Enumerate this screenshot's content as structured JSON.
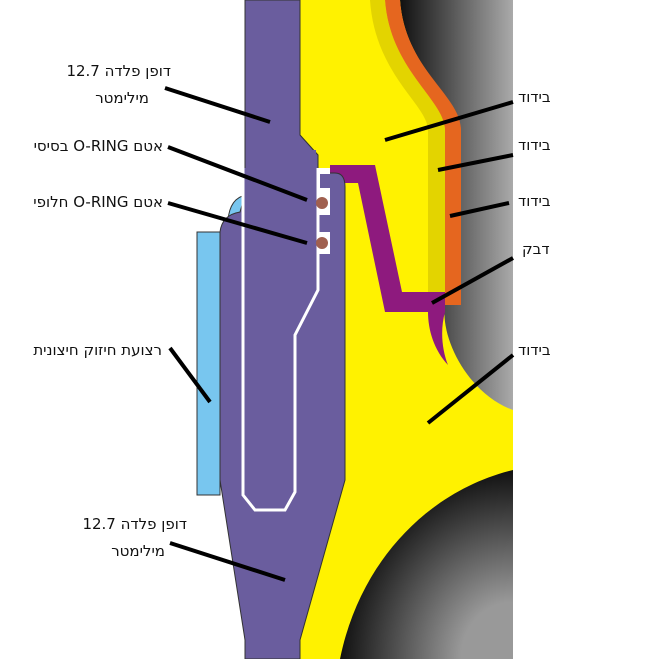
{
  "title": "Field joint cross-section",
  "labels_left": [
    {
      "line1": "דופן פלדה 12.7",
      "line2": "מילימטר"
    },
    {
      "line1": "אטם O-RING בסיסי"
    },
    {
      "line1": "אטם O-RING חלופי"
    },
    {
      "line1": "רצועת חיזוק חיצונית"
    },
    {
      "line1": "דופן פלדה 12.7",
      "line2": "מילימטר"
    }
  ],
  "labels_right": [
    {
      "line1": "בידוד"
    },
    {
      "line1": "בידוד"
    },
    {
      "line1": "בידוד"
    },
    {
      "line1": "דבק"
    },
    {
      "line1": "בידוד"
    }
  ],
  "colors": {
    "steel": "#6a5d9e",
    "insulation": "#fff200",
    "insulation_dark": "#e3d400",
    "insulation_orange": "#e5661f",
    "adhesive": "#8e1a7e",
    "strap": "#78c6ef",
    "oring": "#a0604f"
  }
}
